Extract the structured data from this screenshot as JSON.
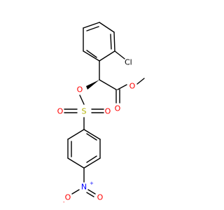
{
  "molecule": {
    "atoms": {
      "cl": "Cl",
      "o_ester_link": "O",
      "o_carbonyl": "O",
      "o_methoxy": "O",
      "s": "S",
      "o_sulfonyl_left": "O",
      "o_sulfonyl_right": "O",
      "n": "N",
      "o_nitro_left": "O",
      "o_nitro_right": "O",
      "n_charge": "+",
      "o_charge": "-"
    }
  },
  "colors": {
    "bond": "#000000",
    "oxygen": "#ff0000",
    "sulfur": "#b3b300",
    "nitrogen": "#0000ff",
    "chlorine": "#000000"
  }
}
